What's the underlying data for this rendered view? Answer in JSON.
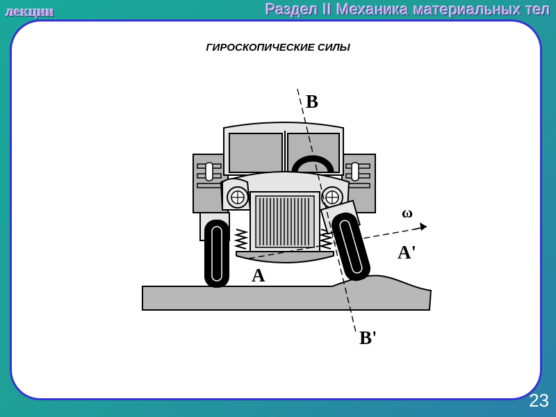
{
  "header": {
    "left_label": "лекции",
    "right_label": "Раздел II Механика материальных тел"
  },
  "slide": {
    "title": "ГИРОСКОПИЧЕСКИЕ СИЛЫ",
    "page_number": "23"
  },
  "diagram": {
    "label_b": "B",
    "label_b_prime": "B'",
    "label_a": "A",
    "label_a_prime": "A'",
    "label_omega": "ω"
  },
  "colors": {
    "background": "#1fa19a",
    "card_border": "#3434d0",
    "header_text": "#b8a8e8",
    "truck_gray": "#b4b4b4"
  }
}
